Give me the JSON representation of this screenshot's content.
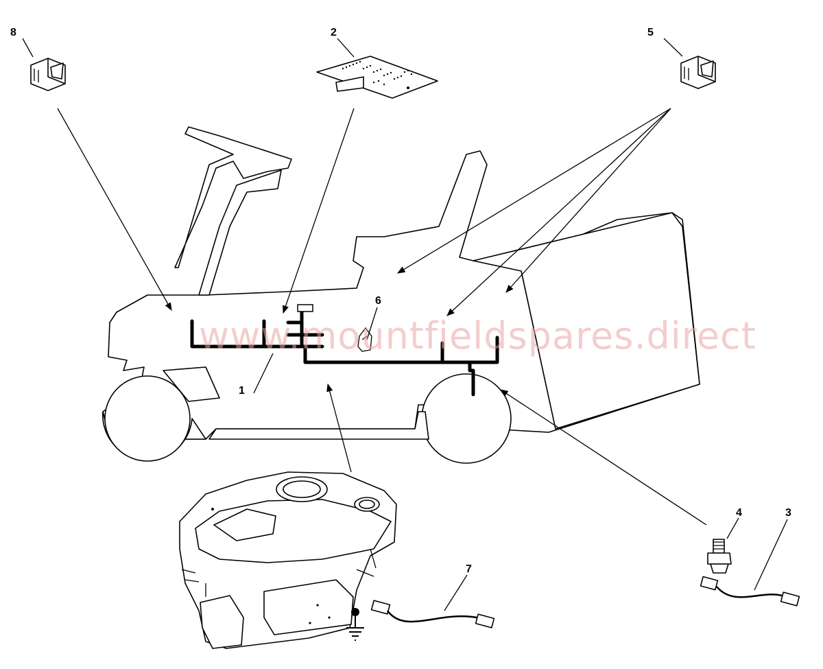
{
  "diagram": {
    "watermark": "www.mountfieldspares.direct",
    "callouts": [
      {
        "id": "1",
        "label": "1"
      },
      {
        "id": "2",
        "label": "2"
      },
      {
        "id": "3",
        "label": "3"
      },
      {
        "id": "4",
        "label": "4"
      },
      {
        "id": "5",
        "label": "5"
      },
      {
        "id": "6",
        "label": "6"
      },
      {
        "id": "7",
        "label": "7"
      },
      {
        "id": "8",
        "label": "8"
      }
    ],
    "parts": {
      "harness": "main-wiring-harness",
      "circuit_board": "circuit-board",
      "switch_left": "rocker-switch",
      "switch_right": "rocker-switch",
      "sensor": "threaded-sensor-switch",
      "engine": "engine-unit",
      "clip": "harness-clip"
    },
    "colors": {
      "line": "#000000",
      "background": "#ffffff",
      "watermark": "#e9a4a4"
    }
  }
}
